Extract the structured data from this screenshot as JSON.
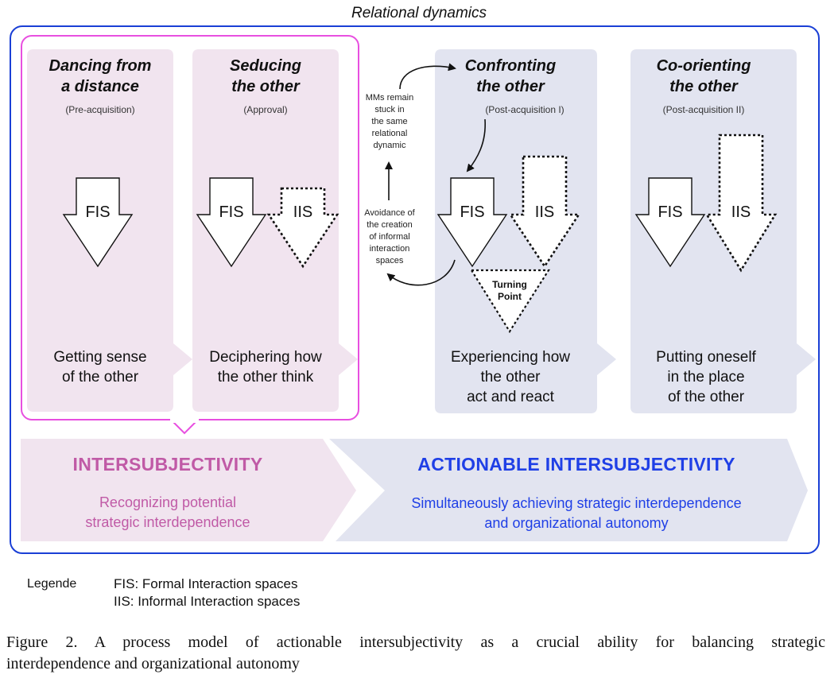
{
  "diagram": {
    "title": "Relational dynamics",
    "stages": [
      {
        "title_line1": "Dancing from",
        "title_line2": "a distance",
        "subtitle": "(Pre-acquisition)",
        "desc_line1": "Getting sense",
        "desc_line2": "of the other",
        "desc_line3": ""
      },
      {
        "title_line1": "Seducing",
        "title_line2": "the other",
        "subtitle": "(Approval)",
        "desc_line1": "Deciphering how",
        "desc_line2": "the other think",
        "desc_line3": ""
      },
      {
        "title_line1": "Confronting",
        "title_line2": "the other",
        "subtitle": "(Post-acquisition I)",
        "desc_line1": "Experiencing how",
        "desc_line2": "the other",
        "desc_line3": "act and react"
      },
      {
        "title_line1": "Co-orienting",
        "title_line2": "the other",
        "subtitle": "(Post-acquisition II)",
        "desc_line1": "Putting oneself",
        "desc_line2": "in the place",
        "desc_line3": "of the other"
      }
    ],
    "arrow_labels": {
      "fis": "FIS",
      "iis": "IIS"
    },
    "notes": {
      "stuck_l1": "MMs remain",
      "stuck_l2": "stuck in",
      "stuck_l3": "the same",
      "stuck_l4": "relational",
      "stuck_l5": "dynamic",
      "avoid_l1": "Avoidance of",
      "avoid_l2": "the creation",
      "avoid_l3": "of informal",
      "avoid_l4": "interaction",
      "avoid_l5": "spaces"
    },
    "turning_point_l1": "Turning",
    "turning_point_l2": "Point",
    "bands": {
      "left_heading": "INTERSUBJECTIVITY",
      "left_sub_l1": "Recognizing potential",
      "left_sub_l2": "strategic interdependence",
      "right_heading": "ACTIONABLE  INTERSUBJECTIVITY",
      "right_sub_l1": "Simultaneously achieving strategic interdependence",
      "right_sub_l2": "and organizational autonomy"
    },
    "colors": {
      "pink": "#c05aa6",
      "blue": "#1f3fe6",
      "pink_fill": "#f1e4ef",
      "blue_fill": "#e2e4f0",
      "outer_border": "#1a3fd6",
      "pink_border": "#e84fe0"
    }
  },
  "legend": {
    "title": "Legende",
    "item1": "FIS: Formal Interaction  spaces",
    "item2": "IIS: Informal Interaction spaces"
  },
  "caption": {
    "line1": "Figure 2. A process model of actionable intersubjectivity as a crucial ability for balancing strategic",
    "line2": "interdependence and organizational autonomy"
  }
}
